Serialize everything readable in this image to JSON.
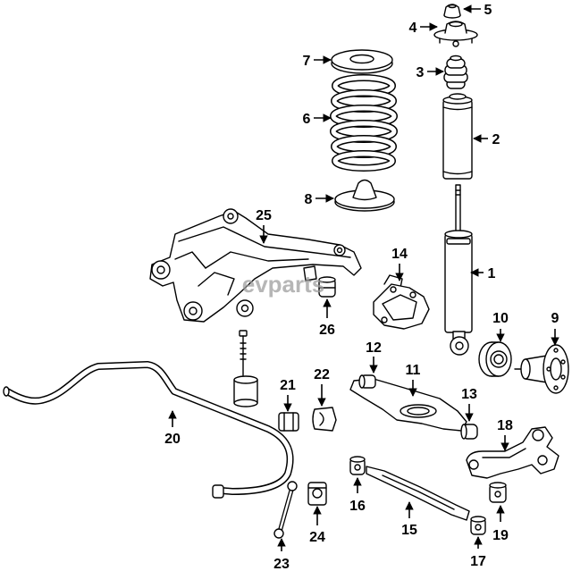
{
  "diagram": {
    "callouts": [
      "1",
      "2",
      "3",
      "4",
      "5",
      "6",
      "7",
      "8",
      "9",
      "10",
      "11",
      "12",
      "13",
      "14",
      "15",
      "16",
      "17",
      "18",
      "19",
      "20",
      "21",
      "22",
      "23",
      "24",
      "25",
      "26"
    ],
    "watermark": "evparts"
  },
  "colors": {
    "line": "#000000",
    "background": "#ffffff",
    "watermark": "#9e9e9e"
  }
}
